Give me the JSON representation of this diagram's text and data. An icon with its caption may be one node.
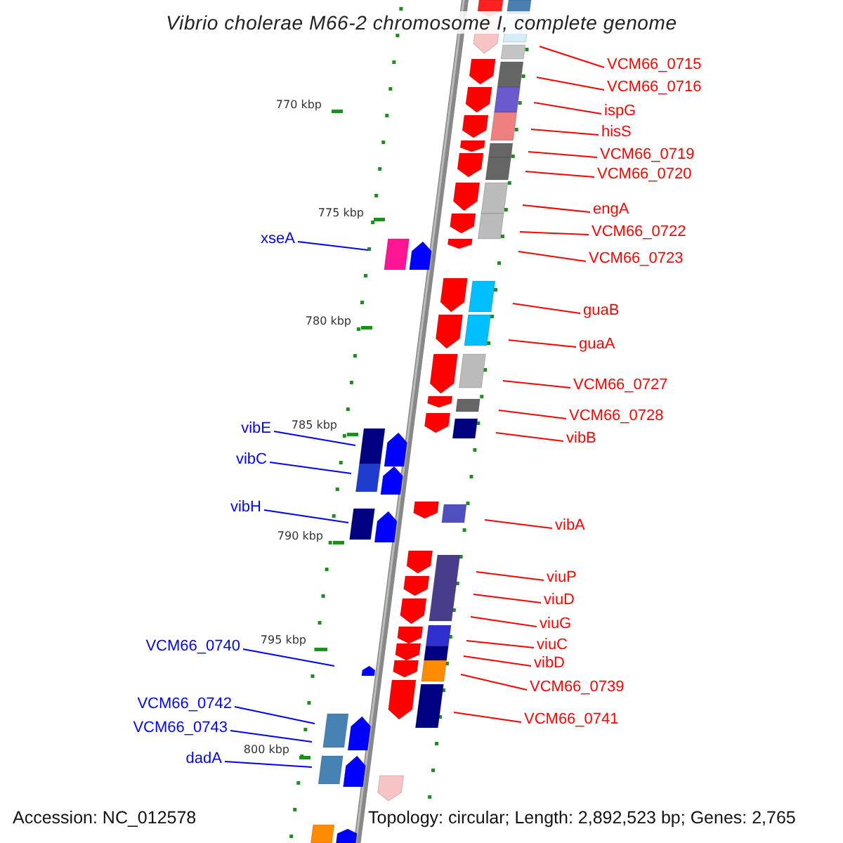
{
  "diagram": {
    "title": "Vibrio cholerae M66-2 chromosome I, complete genome",
    "nodes": [
      {
        "text": [
          "VCM66_0715"
        ]
      },
      {
        "text": [
          "VCM66_0716"
        ]
      },
      {
        "text": [
          "ispG"
        ]
      },
      {
        "text": [
          "hisS"
        ]
      },
      {
        "text": [
          "VCM66_0719"
        ]
      },
      {
        "text": [
          "VCM66_0720"
        ]
      },
      {
        "text": [
          "engA"
        ]
      },
      {
        "text": [
          "VCM66_0722"
        ]
      },
      {
        "text": [
          "xseA"
        ]
      },
      {
        "text": [
          "VCM66_0723"
        ]
      },
      {
        "text": [
          "guaB"
        ]
      },
      {
        "text": [
          "guaA"
        ]
      },
      {
        "text": [
          "VCM66_0727"
        ]
      },
      {
        "text": [
          "VCM66_0728"
        ]
      },
      {
        "text": [
          "vibE"
        ]
      },
      {
        "text": [
          "vibB"
        ]
      },
      {
        "text": [
          "vibC"
        ]
      },
      {
        "text": [
          "vibH"
        ]
      },
      {
        "text": [
          "vibA"
        ]
      },
      {
        "text": [
          "viuP"
        ]
      },
      {
        "text": [
          "viuD"
        ]
      },
      {
        "text": [
          "viuG"
        ]
      },
      {
        "text": [
          "viuC"
        ]
      },
      {
        "text": [
          "VCM66_0740"
        ]
      },
      {
        "text": [
          "vibD"
        ]
      },
      {
        "text": [
          "VCM66_0739"
        ]
      },
      {
        "text": [
          "VCM66_0742"
        ]
      },
      {
        "text": [
          "VCM66_0741"
        ]
      },
      {
        "text": [
          "VCM66_0743"
        ]
      },
      {
        "text": [
          "dadA"
        ]
      }
    ],
    "edges": [
      {
        "from": 0,
        "to": null,
        "arrow": "none"
      },
      {
        "from": 1,
        "to": null,
        "arrow": "none"
      },
      {
        "from": 2,
        "to": null,
        "arrow": "none"
      },
      {
        "from": 3,
        "to": null,
        "arrow": "none"
      },
      {
        "from": 4,
        "to": null,
        "arrow": "none"
      },
      {
        "from": 5,
        "to": null,
        "arrow": "none"
      },
      {
        "from": 6,
        "to": null,
        "arrow": "none"
      },
      {
        "from": 7,
        "to": null,
        "arrow": "none"
      },
      {
        "from": 8,
        "to": null,
        "arrow": "none",
        "color": "#0000ff"
      },
      {
        "from": 9,
        "to": null,
        "arrow": "none"
      },
      {
        "from": 10,
        "to": null,
        "arrow": "none"
      },
      {
        "from": 11,
        "to": null,
        "arrow": "none"
      },
      {
        "from": 12,
        "to": null,
        "arrow": "none"
      },
      {
        "from": 13,
        "to": null,
        "arrow": "none"
      },
      {
        "from": 14,
        "to": null,
        "arrow": "none",
        "color": "#0000ff"
      },
      {
        "from": 15,
        "to": null,
        "arrow": "none"
      },
      {
        "from": 16,
        "to": null,
        "arrow": "none",
        "color": "#0000ff"
      },
      {
        "from": 17,
        "to": null,
        "arrow": "none",
        "color": "#0000ff"
      },
      {
        "from": 18,
        "to": null,
        "arrow": "none"
      },
      {
        "from": 19,
        "to": null,
        "arrow": "none"
      },
      {
        "from": 20,
        "to": null,
        "arrow": "none"
      },
      {
        "from": 21,
        "to": null,
        "arrow": "none"
      },
      {
        "from": 22,
        "to": null,
        "arrow": "none"
      },
      {
        "from": 23,
        "to": null,
        "arrow": "none",
        "color": "#0000ff"
      },
      {
        "from": 24,
        "to": null,
        "arrow": "none"
      },
      {
        "from": 25,
        "to": null,
        "arrow": "none"
      },
      {
        "from": 26,
        "to": null,
        "arrow": "none",
        "color": "#0000ff"
      },
      {
        "from": 27,
        "to": null,
        "arrow": "none"
      },
      {
        "from": 28,
        "to": null,
        "arrow": "none",
        "color": "#0000ff"
      },
      {
        "from": 29,
        "to": null,
        "arrow": "none",
        "color": "#0000ff"
      }
    ],
    "labels": [
      "770 kbp",
      "775 kbp",
      "780 kbp",
      "785 kbp",
      "790 kbp",
      "795 kbp",
      "800 kbp",
      "Accession: NC_012578",
      "Topology: circular; Length: 2,892,523 bp; Genes: 2,765"
    ]
  }
}
